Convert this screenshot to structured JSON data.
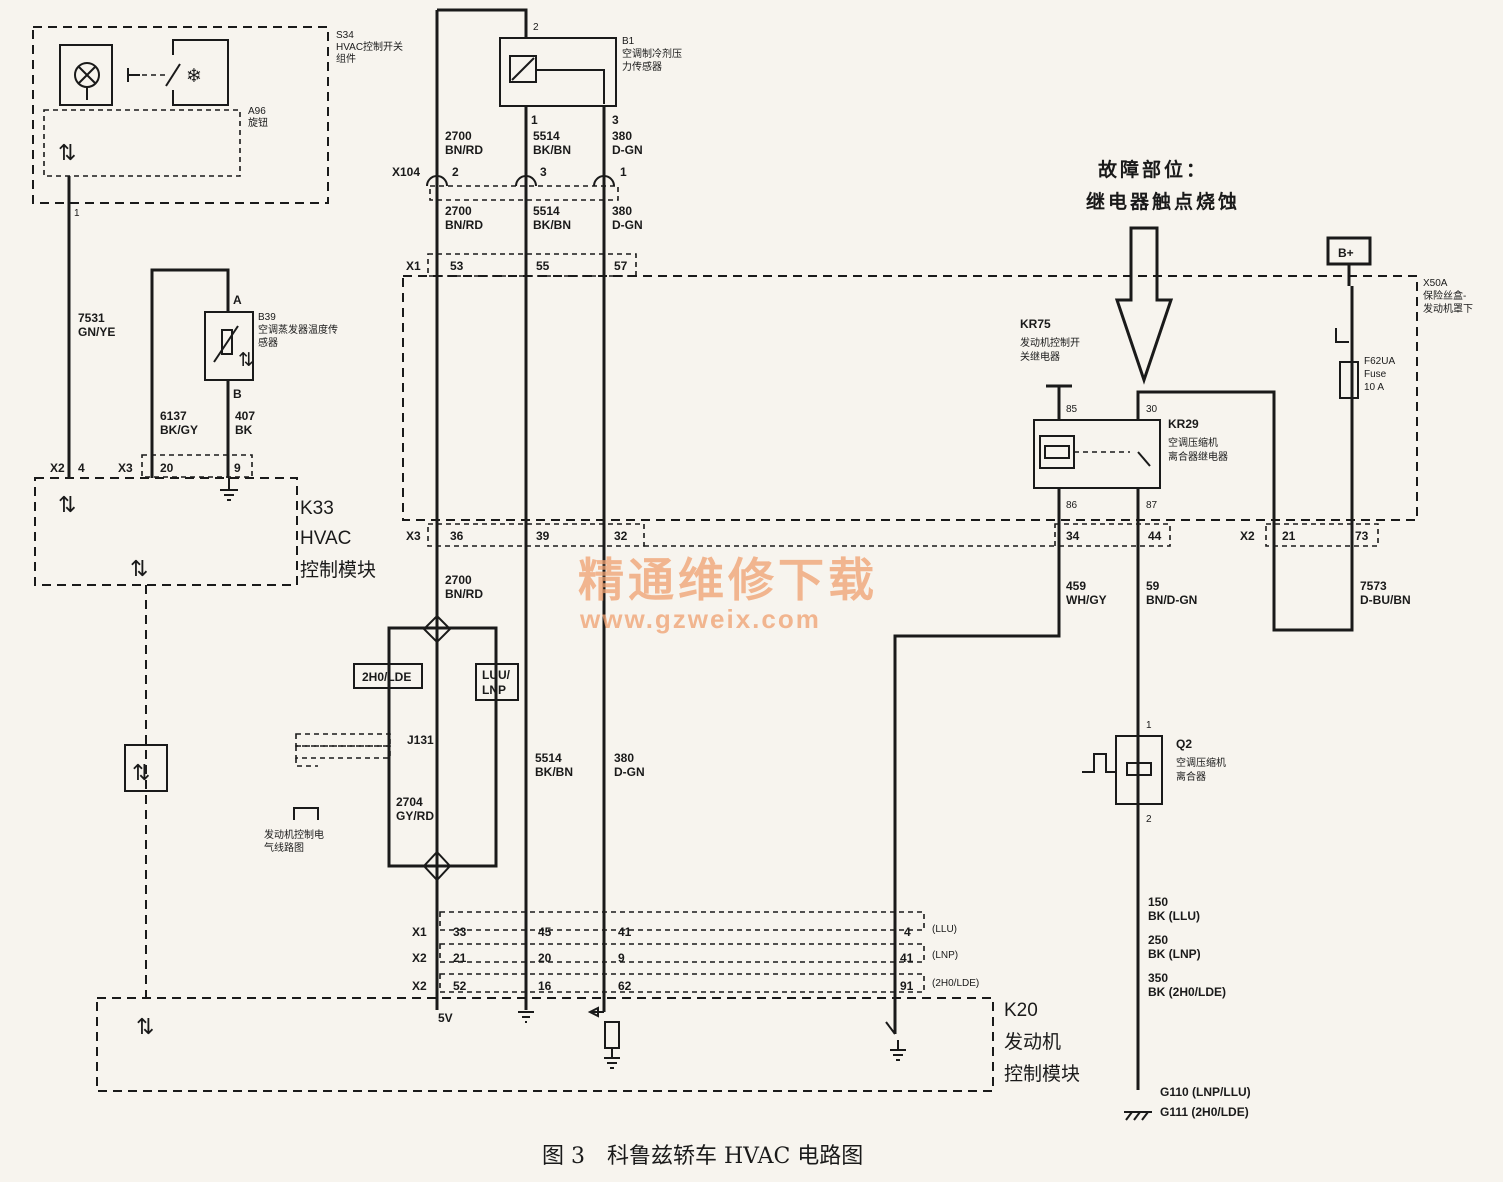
{
  "caption": "图 3　科鲁兹轿车 HVAC 电路图",
  "watermark": {
    "line1": "精通维修下载",
    "line2": "www.gzweix.com",
    "color": "#f0a070"
  },
  "fault_note": {
    "line1": "故障部位：",
    "line2": "继电器触点烧蚀"
  },
  "components": {
    "s34": {
      "id": "S34",
      "name_l1": "HVAC控制开关",
      "name_l2": "组件"
    },
    "a96": {
      "id": "A96",
      "name": "旋钮"
    },
    "b39": {
      "id": "B39",
      "name_l1": "空调蒸发器温度传",
      "name_l2": "感器",
      "pin_a": "A",
      "pin_b": "B"
    },
    "b1": {
      "id": "B1",
      "name_l1": "空调制冷剂压",
      "name_l2": "力传感器"
    },
    "k33": {
      "id": "K33",
      "name_l1": "HVAC",
      "name_l2": "控制模块"
    },
    "k20": {
      "id": "K20",
      "name_l1": "发动机",
      "name_l2": "控制模块"
    },
    "kr75": {
      "id": "KR75",
      "name_l1": "发动机控制开",
      "name_l2": "关继电器"
    },
    "kr29": {
      "id": "KR29",
      "name_l1": "空调压缩机",
      "name_l2": "离合器继电器"
    },
    "q2": {
      "id": "Q2",
      "name_l1": "空调压缩机",
      "name_l2": "离合器"
    },
    "x50a": {
      "id": "X50A",
      "name_l1": "保险丝盒-",
      "name_l2": "发动机罩下"
    },
    "f62ua": {
      "id": "F62UA",
      "l2": "Fuse",
      "l3": "10 A"
    },
    "bplus": {
      "label": "B+"
    },
    "j131": {
      "id": "J131"
    },
    "ecm_circuit": {
      "l1": "发动机控制电",
      "l2": "气线路图"
    }
  },
  "connectors": {
    "x104": "X104",
    "x1": "X1",
    "x2": "X2",
    "x3": "X3",
    "variant_a": "2H0/LDE",
    "variant_b1": "LUU/",
    "variant_b2": "LNP"
  },
  "pins": {
    "s34_1": "1",
    "k33_x2_4": "4",
    "k33_x3_20": "20",
    "k33_x3_9": "9",
    "b1_2": "2",
    "b1_1": "1",
    "b1_3": "3",
    "x104_2": "2",
    "x104_3": "3",
    "x104_1": "1",
    "x1_53": "53",
    "x1_55": "55",
    "x1_57": "57",
    "x3_36": "36",
    "x3_39": "39",
    "x3_32": "32",
    "x3_34": "34",
    "x3_44": "44",
    "x2_21": "21",
    "x2_73": "73",
    "kr_85": "85",
    "kr_86": "86",
    "kr_30": "30",
    "kr_87": "87",
    "q2_1": "1",
    "q2_2": "2",
    "k20_x1_33": "33",
    "k20_x1_45": "45",
    "k20_x1_41": "41",
    "k20_x1_4": "4",
    "k20_x2a_21": "21",
    "k20_x2a_20": "20",
    "k20_x2a_9": "9",
    "k20_x2a_41": "41",
    "k20_x2b_52": "52",
    "k20_x2b_16": "16",
    "k20_x2b_62": "62",
    "k20_x2b_91": "91",
    "v5": "5V",
    "tag_llu": "(LLU)",
    "tag_lnp": "(LNP)",
    "tag_2h0": "(2H0/LDE)"
  },
  "wires": {
    "w7531": {
      "circuit": "7531",
      "color": "GN/YE"
    },
    "w6137": {
      "circuit": "6137",
      "color": "BK/GY"
    },
    "w407": {
      "circuit": "407",
      "color": "BK"
    },
    "w2700": {
      "circuit": "2700",
      "color": "BN/RD"
    },
    "w5514": {
      "circuit": "5514",
      "color": "BK/BN"
    },
    "w380": {
      "circuit": "380",
      "color": "D-GN"
    },
    "w2704": {
      "circuit": "2704",
      "color": "GY/RD"
    },
    "w459": {
      "circuit": "459",
      "color": "WH/GY"
    },
    "w59": {
      "circuit": "59",
      "color": "BN/D-GN"
    },
    "w7573": {
      "circuit": "7573",
      "color": "D-BU/BN"
    },
    "w150": {
      "circuit": "150",
      "color": "BK (LLU)"
    },
    "w250": {
      "circuit": "250",
      "color": "BK (LNP)"
    },
    "w350": {
      "circuit": "350",
      "color": "BK (2H0/LDE)"
    }
  },
  "grounds": {
    "g110": "G110 (LNP/LLU)",
    "g111": "G111 (2H0/LDE)"
  }
}
